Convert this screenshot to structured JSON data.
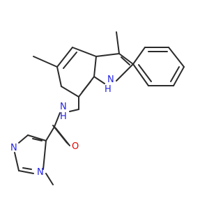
{
  "colors": {
    "bond": "#2b2b2b",
    "nitrogen": "#2323e6",
    "oxygen": "#e60000",
    "background": "#ffffff"
  },
  "atoms": {
    "nh_indole": "N",
    "nh_indole_h": "H",
    "n_amide": "N",
    "h_amide": "H",
    "o_carbonyl": "O",
    "n_imidazole_a": "N",
    "n_imidazole_b": "N"
  }
}
